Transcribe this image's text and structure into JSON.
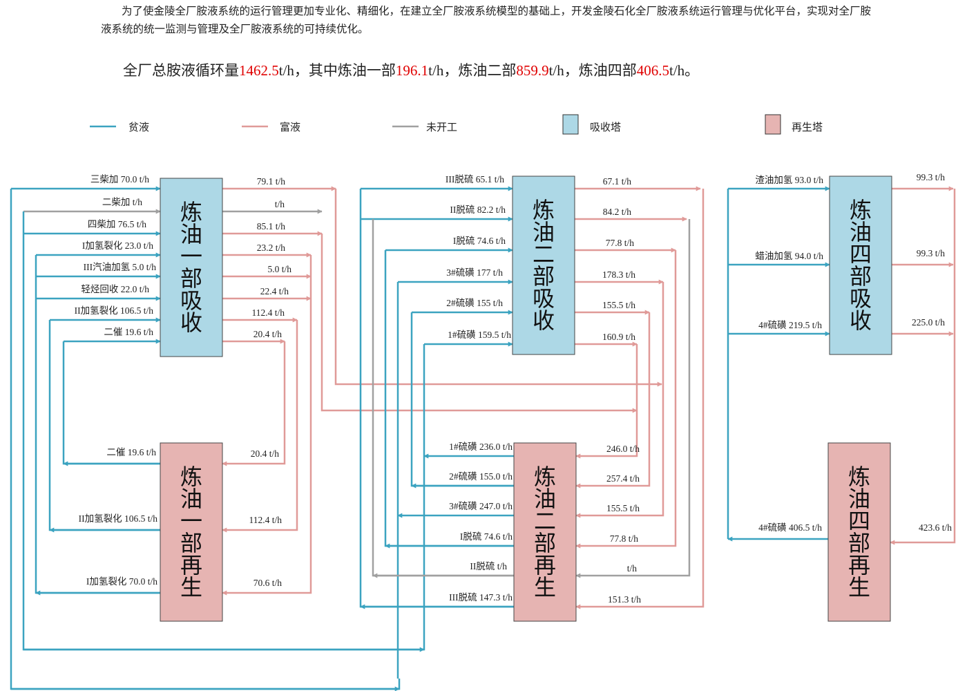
{
  "intro": "为了使金陵全厂胺液系统的运行管理更加专业化、精细化，在建立全厂胺液系统模型的基础上，开发金陵石化全厂胺液系统运行管理与优化平台，实现对全厂胺液系统的统一监测与管理及全厂胺液系统的可持续优化。",
  "summary": {
    "p1": "全厂总胺液循环量",
    "v1": "1462.5",
    "p2": "t/h，其中炼油一部",
    "v2": "196.1",
    "p3": "t/h，炼油二部",
    "v3": "859.9",
    "p4": "t/h，炼油四部",
    "v4": "406.5",
    "p5": "t/h。"
  },
  "colors": {
    "lean": "#3ba3c0",
    "rich": "#e09a98",
    "idle": "#a0a0a0",
    "absorber": "#add8e6",
    "regenerator": "#e6b4b2"
  },
  "legend": {
    "lean": "贫液",
    "rich": "富液",
    "idle": "未开工",
    "absorber": "吸收塔",
    "regenerator": "再生塔"
  },
  "towers": {
    "u1a": "炼油一部吸收",
    "u1r": "炼油一部再生",
    "u2a": "炼油二部吸收",
    "u2r": "炼油二部再生",
    "u4a": "炼油四部吸收",
    "u4r": "炼油四部再生"
  },
  "u1": {
    "in": [
      {
        "name": "三柴加",
        "value": "70.0 t/h"
      },
      {
        "name": "二柴加",
        "value": "t/h"
      },
      {
        "name": "四柴加",
        "value": "76.5 t/h"
      },
      {
        "name": "I加氢裂化",
        "value": "23.0 t/h"
      },
      {
        "name": "III汽油加氢",
        "value": "5.0 t/h"
      },
      {
        "name": "轻烃回收",
        "value": "22.0 t/h"
      },
      {
        "name": "II加氢裂化",
        "value": "106.5 t/h"
      },
      {
        "name": "二催",
        "value": "19.6 t/h"
      }
    ],
    "out": [
      "79.1 t/h",
      "t/h",
      "85.1 t/h",
      "23.2 t/h",
      "5.0 t/h",
      "22.4 t/h",
      "112.4 t/h",
      "20.4 t/h"
    ],
    "regen_out": [
      {
        "name": "二催",
        "value": "19.6 t/h"
      },
      {
        "name": "II加氢裂化",
        "value": "106.5 t/h"
      },
      {
        "name": "I加氢裂化",
        "value": "70.0 t/h"
      }
    ],
    "regen_in": [
      "20.4 t/h",
      "112.4 t/h",
      "70.6 t/h"
    ]
  },
  "u2": {
    "in": [
      {
        "name": "III脱硫",
        "value": "65.1 t/h"
      },
      {
        "name": "II脱硫",
        "value": "82.2 t/h"
      },
      {
        "name": "I脱硫",
        "value": "74.6 t/h"
      },
      {
        "name": "3#硫磺",
        "value": "177 t/h"
      },
      {
        "name": "2#硫磺",
        "value": "155 t/h"
      },
      {
        "name": "1#硫磺",
        "value": "159.5 t/h"
      }
    ],
    "out": [
      "67.1 t/h",
      "84.2 t/h",
      "77.8 t/h",
      "178.3 t/h",
      "155.5 t/h",
      "160.9 t/h"
    ],
    "regen_out": [
      {
        "name": "1#硫磺",
        "value": "236.0 t/h"
      },
      {
        "name": "2#硫磺",
        "value": "155.0 t/h"
      },
      {
        "name": "3#硫磺",
        "value": "247.0 t/h"
      },
      {
        "name": "I脱硫",
        "value": "74.6 t/h"
      },
      {
        "name": "II脱硫",
        "value": "t/h"
      },
      {
        "name": "III脱硫",
        "value": "147.3 t/h"
      }
    ],
    "regen_in": [
      "246.0 t/h",
      "257.4 t/h",
      "155.5 t/h",
      "77.8 t/h",
      "t/h",
      "151.3 t/h"
    ]
  },
  "u4": {
    "in": [
      {
        "name": "渣油加氢",
        "value": "93.0 t/h"
      },
      {
        "name": "蜡油加氢",
        "value": "94.0 t/h"
      },
      {
        "name": "4#硫磺",
        "value": "219.5 t/h"
      }
    ],
    "out": [
      "99.3 t/h",
      "99.3 t/h",
      "225.0 t/h"
    ],
    "regen_out": [
      {
        "name": "4#硫磺",
        "value": "406.5 t/h"
      }
    ],
    "regen_in": [
      "423.6 t/h"
    ]
  }
}
